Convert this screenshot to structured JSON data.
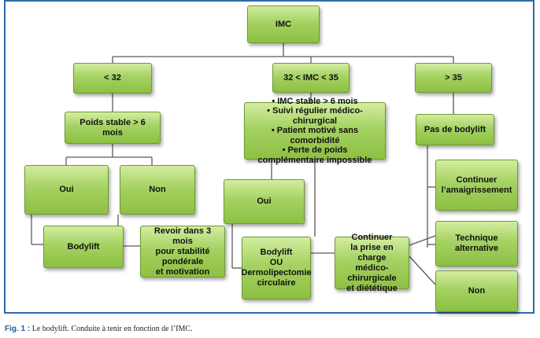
{
  "nodes": {
    "imc": "IMC",
    "lt32": "< 32",
    "mid": "32 < IMC < 35",
    "gt35": "> 35",
    "poids": "Poids stable > 6 mois",
    "criteria": [
      "• IMC stable > 6 mois",
      "• Suivi régulier médico-chirurgical",
      "• Patient motivé sans comorbidité",
      "• Perte de poids complémentaire impossible"
    ],
    "pas_bodylift": "Pas de bodylift",
    "oui1": "Oui",
    "non1": "Non",
    "oui2": "Oui",
    "continuer_amaig": "Continuer\nl’amaigrissement",
    "bodylift": "Bodylift",
    "revoir": "Revoir dans 3 mois\npour stabilité\npondérale\net motivation",
    "bodylift_ou": "Bodylift\nOU\nDermolipectomie\ncirculaire",
    "continuer_prise": "Continuer\nla prise en charge\nmédico-chirurgicale\net diététique",
    "technique": "Technique\nalternative",
    "non2": "Non"
  },
  "caption": {
    "label": "Fig. 1 :",
    "text": "Le bodylift. Conduite à tenir en fonction de l’IMC."
  }
}
